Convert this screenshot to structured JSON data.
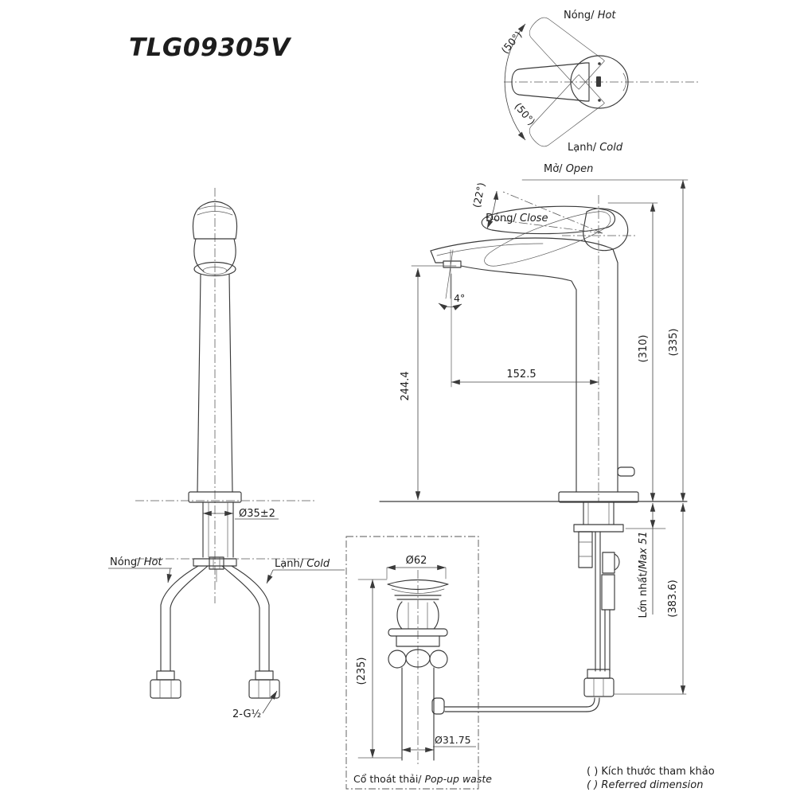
{
  "title": "TLG09305V",
  "colors": {
    "line": "#3a3a3a",
    "text": "#1d1d1d",
    "background": "#ffffff"
  },
  "top_view": {
    "hot_vi": "Nóng/ ",
    "hot_en": "Hot",
    "cold_vi": "Lạnh/ ",
    "cold_en": "Cold",
    "swing_upper": "(50°)",
    "swing_lower": "(50°)"
  },
  "side_view": {
    "open_vi": "Mở/ ",
    "open_en": "Open",
    "close_vi": "Đóng/ ",
    "close_en": "Close",
    "handle_angle": "(22°)",
    "spout_angle": "4°",
    "spout_height": "244.4",
    "spout_reach": "152.5",
    "height_body": "(310)",
    "height_total": "(335)",
    "max_vi": "Lớn nhất/",
    "max_en": "Max 51",
    "below_deck": "(383.6)"
  },
  "front_view": {
    "shank_dia": "Ø35±2",
    "hot_vi": "Nóng/ ",
    "hot_en": "Hot",
    "cold_vi": "Lạnh/ ",
    "cold_en": "Cold",
    "thread": "2-G½"
  },
  "popup_waste": {
    "cap_dia": "Ø62",
    "height": "(235)",
    "pipe_dia": "Ø31.75",
    "caption_vi": "Cổ thoát thải/ ",
    "caption_en": "Pop-up waste"
  },
  "notes": {
    "line1": "( ) Kích thước tham khảo",
    "line2": "( ) Referred dimension"
  }
}
